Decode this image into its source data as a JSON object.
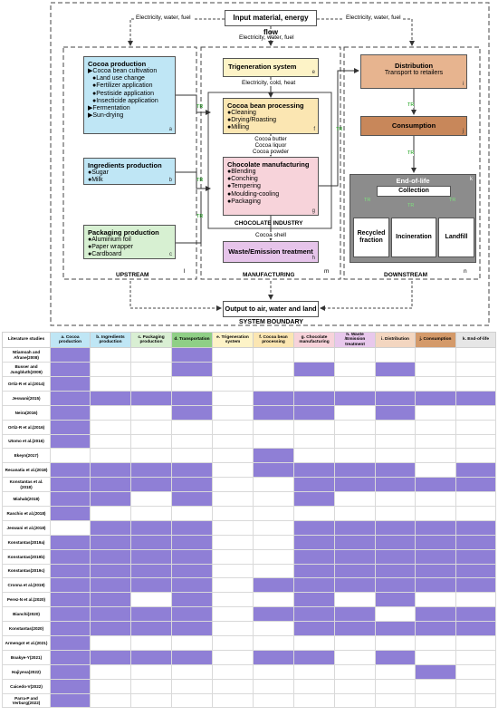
{
  "diagram": {
    "input_box": "Input material, energy flow",
    "input_left_label": "Electricity, water, fuel",
    "input_right_label": "Electricity, water, fuel",
    "input_center_label": "Electricity, water, fuel",
    "system_boundary": "SYSTEM BOUNDARY",
    "output_box": "Output to air, water and land",
    "upstream_label": "UPSTREAM",
    "upstream_code": "l",
    "manufacturing_label": "MANUFACTURING",
    "manufacturing_code": "m",
    "downstream_label": "DOWNSTREAM",
    "downstream_code": "n",
    "cocoa": {
      "title": "Cocoa production",
      "items": [
        "▶Cocoa bean cultivation",
        "●Land use change",
        "●Fertilizer application",
        "●Pestiside application",
        "●Insecticide application",
        "▶Fermentation",
        "▶Sun-drying"
      ],
      "code": "a"
    },
    "ingredients": {
      "title": "Ingredients production",
      "items": [
        "●Sugar",
        "●Milk"
      ],
      "code": "b"
    },
    "packaging": {
      "title": "Packaging production",
      "items": [
        "●Aluminium foil",
        "●Paper wrapper",
        "●Cardboard"
      ],
      "code": "c"
    },
    "trigeneration": {
      "title": "Trigeneration system",
      "code": "e"
    },
    "trig_output": "Electricity, cold, heat",
    "bean_processing": {
      "title": "Cocoa bean processing",
      "items": [
        "●Cleaning",
        "●Drying/Roasting",
        "●Milling"
      ],
      "code": "f"
    },
    "intermediates": [
      "Cocoa butter",
      "Cocoa liquor",
      "Cocoa powder"
    ],
    "chocolate": {
      "title": "Chocolate manufacturing",
      "items": [
        "●Blending",
        "●Conching",
        "●Tempering",
        "●Moulding-cooling",
        "●Packaging"
      ],
      "code": "g"
    },
    "chocolate_industry": "CHOCOLATE INDUSTRY",
    "cocoa_shell": "Cocoa shell",
    "waste": {
      "title": "Waste/Emission treatment",
      "code": "h"
    },
    "distribution": {
      "title": "Distribution",
      "subtitle": "Transport to retailers",
      "code": "i"
    },
    "consumption": {
      "title": "Consumption",
      "code": "j"
    },
    "end_of_life": {
      "title": "End-of-life",
      "code": "k"
    },
    "collection": "Collection",
    "recycled": "Recycled fraction",
    "incineration": "Incineration",
    "landfill": "Landfill",
    "tr": "TR"
  },
  "colors": {
    "cocoa": "#bfe6f5",
    "ingredients": "#bfe6f5",
    "packaging": "#d7f0d2",
    "trigeneration": "#fdf3c7",
    "bean_processing": "#fbe6b2",
    "chocolate": "#f7d3da",
    "waste": "#e6c4ea",
    "distribution": "#e7b48f",
    "consumption": "#c8875a",
    "end_of_life": "#8c8c8c",
    "filled_cell": "#8f7fd6"
  },
  "table": {
    "headers": [
      {
        "label": "Literature studies",
        "color": "#ffffff"
      },
      {
        "label": "a. Cocoa production",
        "color": "#bfe6f5"
      },
      {
        "label": "b. Ingredients production",
        "color": "#bfe6f5"
      },
      {
        "label": "c. Packaging production",
        "color": "#d9efd3"
      },
      {
        "label": "d. Transportation",
        "color": "#8fcf86"
      },
      {
        "label": "e. Trigeneration system",
        "color": "#fdf3c7"
      },
      {
        "label": "f. Cocoa bean processing",
        "color": "#fbe6b2"
      },
      {
        "label": "g. Chocolate manufacturing",
        "color": "#f7d3da"
      },
      {
        "label": "h. Waste /Emission treatment",
        "color": "#e8c8ec"
      },
      {
        "label": "i. Distribution",
        "color": "#f3d6c0"
      },
      {
        "label": "j. Consumption",
        "color": "#d49a6a"
      },
      {
        "label": "k. End-of-life",
        "color": "#e6e6e6"
      }
    ],
    "rows": [
      {
        "study": "Ntiamoah and Afrane(2008)",
        "cells": [
          1,
          0,
          0,
          1,
          0,
          0,
          0,
          0,
          0,
          0,
          0
        ]
      },
      {
        "study": "Busser and Jungbluth(2009)",
        "cells": [
          1,
          0,
          0,
          1,
          0,
          0,
          1,
          0,
          1,
          0,
          0
        ]
      },
      {
        "study": "Ortiz-R et al.(2014)",
        "cells": [
          1,
          0,
          0,
          0,
          0,
          0,
          0,
          0,
          0,
          0,
          0
        ]
      },
      {
        "study": "Jeswani(2015)",
        "cells": [
          1,
          1,
          1,
          1,
          0,
          1,
          1,
          1,
          1,
          1,
          1
        ]
      },
      {
        "study": "Neira(2016)",
        "cells": [
          1,
          0,
          0,
          1,
          0,
          1,
          1,
          0,
          1,
          0,
          0
        ]
      },
      {
        "study": "Ortiz-R et al.(2016)",
        "cells": [
          1,
          0,
          0,
          0,
          0,
          0,
          0,
          0,
          0,
          0,
          0
        ]
      },
      {
        "study": "Utomo et al.(2016)",
        "cells": [
          1,
          0,
          0,
          0,
          0,
          0,
          0,
          0,
          0,
          0,
          0
        ]
      },
      {
        "study": "Ekeyn(2017)",
        "cells": [
          0,
          0,
          0,
          0,
          0,
          1,
          0,
          0,
          0,
          0,
          0
        ]
      },
      {
        "study": "Recanatia et al.(2018)",
        "cells": [
          1,
          1,
          1,
          1,
          0,
          1,
          1,
          1,
          1,
          0,
          1
        ]
      },
      {
        "study": "Konstantas et al.(2018)",
        "cells": [
          1,
          1,
          1,
          1,
          0,
          0,
          1,
          1,
          1,
          1,
          1
        ]
      },
      {
        "study": "Miahab(2018)",
        "cells": [
          1,
          1,
          0,
          1,
          0,
          0,
          1,
          0,
          0,
          0,
          0
        ]
      },
      {
        "study": "Raschio et al.(2018)",
        "cells": [
          1,
          0,
          0,
          0,
          0,
          0,
          0,
          0,
          0,
          0,
          0
        ]
      },
      {
        "study": "Jeswani et al.(2018)",
        "cells": [
          0,
          1,
          1,
          1,
          0,
          0,
          1,
          1,
          1,
          1,
          1
        ]
      },
      {
        "study": "Konstantas(2019a)",
        "cells": [
          1,
          1,
          1,
          1,
          0,
          0,
          1,
          1,
          1,
          1,
          1
        ]
      },
      {
        "study": "Konstantas(2019b)",
        "cells": [
          1,
          1,
          1,
          1,
          0,
          0,
          1,
          1,
          1,
          1,
          1
        ]
      },
      {
        "study": "Konstantas(2019c)",
        "cells": [
          1,
          1,
          1,
          1,
          0,
          0,
          1,
          1,
          1,
          1,
          1
        ]
      },
      {
        "study": "Cronna et al.(2019)",
        "cells": [
          1,
          1,
          1,
          1,
          0,
          1,
          1,
          1,
          1,
          1,
          1
        ]
      },
      {
        "study": "Perez-N et al.(2020)",
        "cells": [
          1,
          1,
          0,
          1,
          0,
          0,
          1,
          0,
          1,
          0,
          0
        ]
      },
      {
        "study": "Bianchi(2020)",
        "cells": [
          1,
          1,
          1,
          1,
          0,
          1,
          1,
          1,
          0,
          1,
          1
        ]
      },
      {
        "study": "Konstantas(2020)",
        "cells": [
          1,
          1,
          1,
          1,
          0,
          0,
          1,
          1,
          1,
          1,
          1
        ]
      },
      {
        "study": "Armengot et al.(2021)",
        "cells": [
          1,
          0,
          0,
          0,
          0,
          0,
          0,
          0,
          0,
          0,
          0
        ]
      },
      {
        "study": "Boakye-Y(2021)",
        "cells": [
          1,
          1,
          1,
          1,
          0,
          1,
          1,
          0,
          1,
          0,
          0
        ]
      },
      {
        "study": "Hajiyeva(2022)",
        "cells": [
          1,
          0,
          0,
          0,
          0,
          0,
          0,
          0,
          0,
          1,
          0
        ]
      },
      {
        "study": "Caicedo-V(2022)",
        "cells": [
          1,
          0,
          0,
          0,
          0,
          0,
          0,
          0,
          0,
          0,
          0
        ]
      },
      {
        "study": "Parra-P and Verburg(2022)",
        "cells": [
          1,
          0,
          0,
          0,
          0,
          0,
          0,
          0,
          0,
          0,
          0
        ]
      }
    ]
  }
}
